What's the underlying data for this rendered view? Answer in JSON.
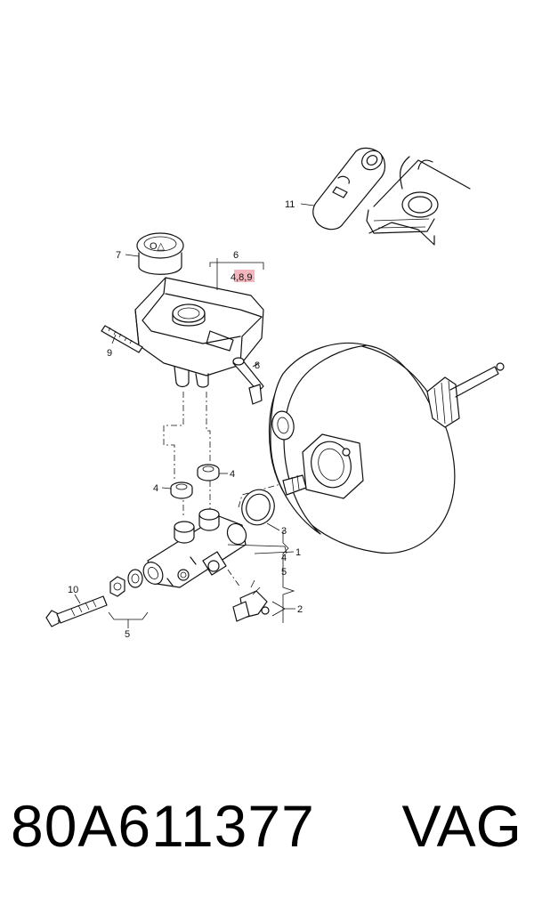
{
  "diagram": {
    "callouts": {
      "c1": "1",
      "c2": "2",
      "c3": "3",
      "c4a": "4",
      "c4b": "4",
      "c4c": "4",
      "c5a": "5",
      "c5b": "5",
      "c6": "6",
      "c6_sub": "4,8,9",
      "c7": "7",
      "c8": "8",
      "c9": "9",
      "c10": "10",
      "c11": "11"
    },
    "highlight_color": "#f4b6bd",
    "cap_symbols": "O△"
  },
  "caption": {
    "part_number": "80A611377",
    "brand": "VAG"
  }
}
